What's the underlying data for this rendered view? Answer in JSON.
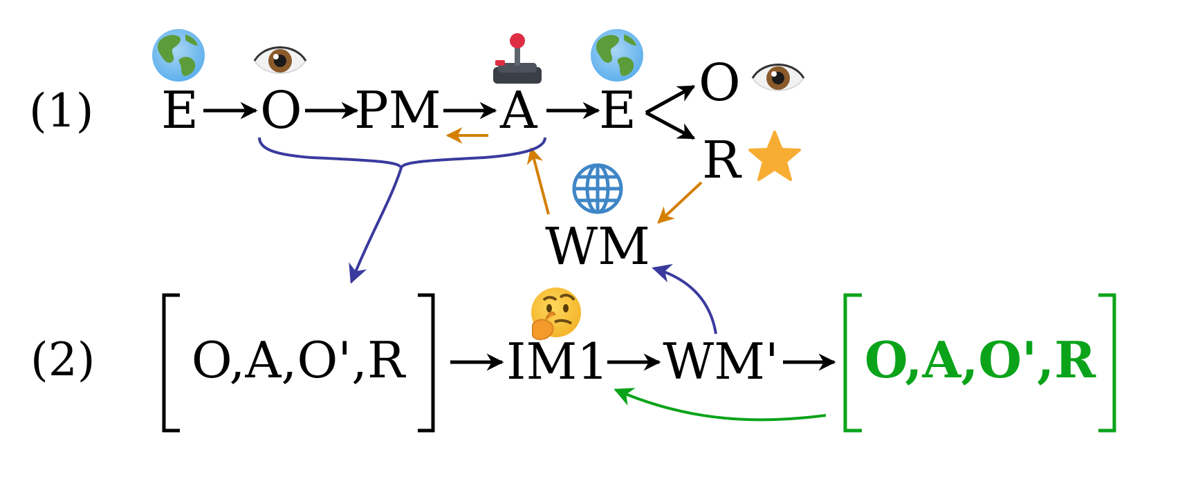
{
  "row1": {
    "label": "(1)",
    "nodes": {
      "e1": "E",
      "o1": "O",
      "pm": "PM",
      "a": "A",
      "e2": "E",
      "o2": "O",
      "r": "R"
    }
  },
  "wm": "WM",
  "row2": {
    "label": "(2)",
    "tuple_left": "O,A,O',R",
    "im1": "IM1",
    "wm_prime": "WM'",
    "tuple_right": "O,A,O',R"
  },
  "icons": [
    "earth-globe-icon",
    "eye-icon",
    "joystick-icon",
    "earth-globe-icon",
    "eye-icon",
    "star-icon",
    "globe-grid-icon",
    "thinking-face-icon"
  ],
  "colors": {
    "text": "#000000",
    "blue": "#3a3a9e",
    "orange": "#d47f00",
    "green": "#0aa31a",
    "star": "#f7ad33",
    "globe_grid": "#3f86c6"
  }
}
